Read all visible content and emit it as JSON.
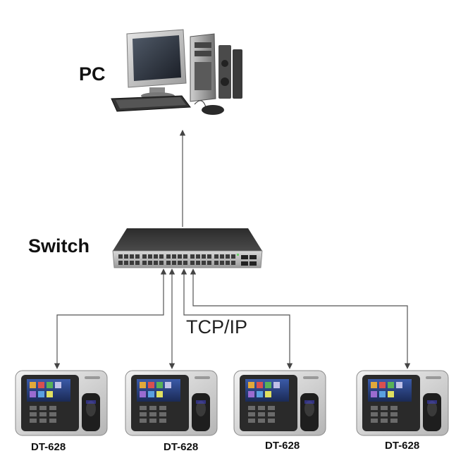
{
  "diagram": {
    "labels": {
      "pc": "PC",
      "switch": "Switch",
      "protocol": "TCP/IP"
    },
    "devices": [
      {
        "label": "DT-628"
      },
      {
        "label": "DT-628"
      },
      {
        "label": "DT-628"
      },
      {
        "label": "DT-628"
      }
    ],
    "icons": {
      "pc": "desktop-computer-icon",
      "switch": "network-switch-icon",
      "device": "fingerprint-time-attendance-terminal-icon"
    },
    "colors": {
      "line": "#4a4a4a",
      "text": "#111111"
    }
  }
}
